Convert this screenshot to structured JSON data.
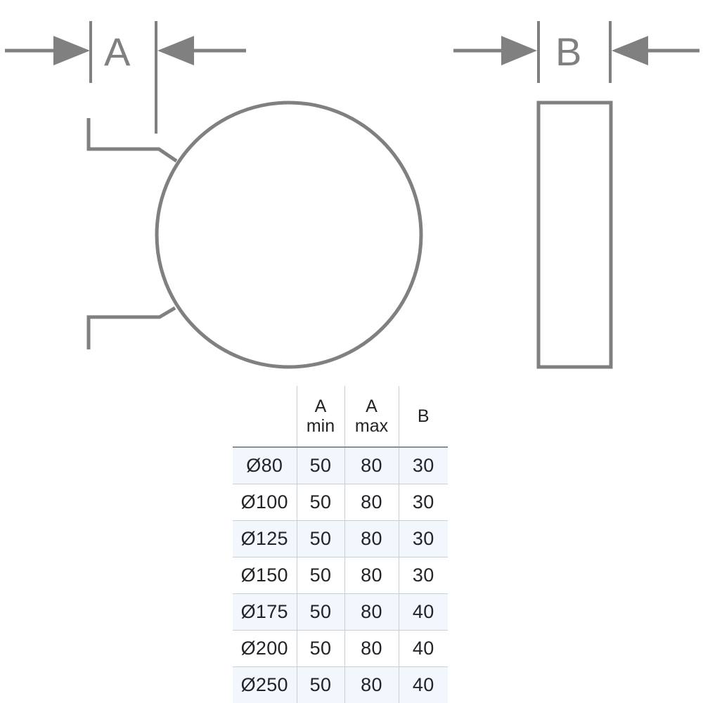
{
  "figure": {
    "dimension_labels": {
      "a": "A",
      "b": "B"
    },
    "colors": {
      "line": "#808080",
      "table_text": "#222428",
      "row_tint": "#f1f7fc",
      "grid_line": "#c9ced3",
      "header_rule": "#8a8f94"
    },
    "front_view": {
      "shape": "circle",
      "leader_count": 2
    },
    "side_view": {
      "shape": "rectangle"
    }
  },
  "table": {
    "headers": {
      "size": "",
      "a_min": {
        "line1": "A",
        "line2": "min"
      },
      "a_max": {
        "line1": "A",
        "line2": "max"
      },
      "b": {
        "line1": "B",
        "line2": ""
      }
    },
    "rows": [
      {
        "size": "Ø80",
        "a_min": "50",
        "a_max": "80",
        "b": "30"
      },
      {
        "size": "Ø100",
        "a_min": "50",
        "a_max": "80",
        "b": "30"
      },
      {
        "size": "Ø125",
        "a_min": "50",
        "a_max": "80",
        "b": "30"
      },
      {
        "size": "Ø150",
        "a_min": "50",
        "a_max": "80",
        "b": "30"
      },
      {
        "size": "Ø175",
        "a_min": "50",
        "a_max": "80",
        "b": "40"
      },
      {
        "size": "Ø200",
        "a_min": "50",
        "a_max": "80",
        "b": "40"
      },
      {
        "size": "Ø250",
        "a_min": "50",
        "a_max": "80",
        "b": "40"
      }
    ]
  }
}
